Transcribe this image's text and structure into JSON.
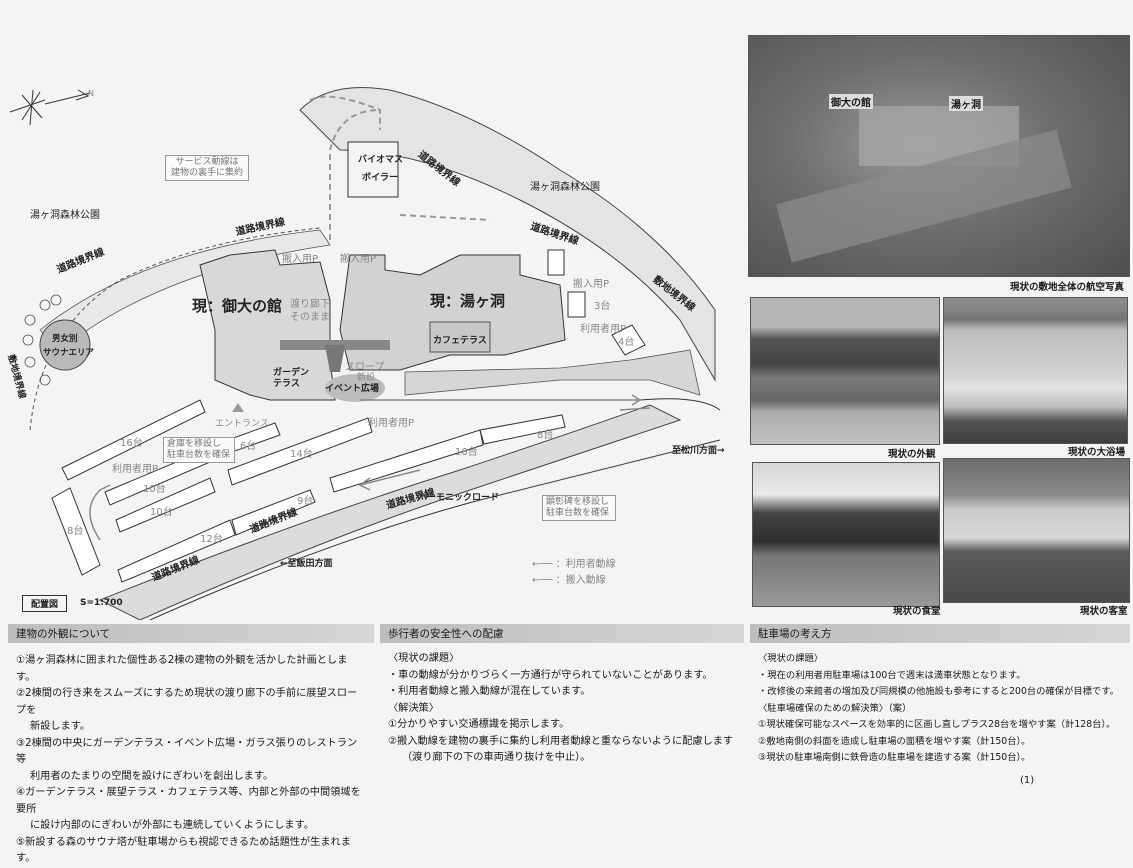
{
  "map": {
    "compass_label": "N",
    "park_label_left": "湯ヶ洞森林公園",
    "park_label_right": "湯ヶ洞森林公園",
    "service_note": [
      "サービス動線は",
      "建物の裏手に集約"
    ],
    "biomass": [
      "バイオマス",
      "ボイラー"
    ],
    "road_boundary": "道路境界線",
    "site_boundary": "敷地境界線",
    "building_left": "現：御大の館",
    "building_right": "現：湯ヶ洞",
    "delivery_parking": "搬入用P",
    "corridor": [
      "渡り廊下",
      "そのまま"
    ],
    "sauna": [
      "男女別",
      "サウナエリア"
    ],
    "garden_terrace": [
      "ガーデン",
      "テラス"
    ],
    "slope": [
      "スロープ",
      "新設"
    ],
    "event_plaza": "イベント広場",
    "cafe_terrace": "カフェテラス",
    "entrance": "エントランス",
    "user_parking": "利用者用P",
    "warehouse_note": [
      "倉庫を移設し",
      "駐車台数を確保"
    ],
    "monument_note": [
      "顕彰碑を移設し",
      "駐車台数を確保"
    ],
    "harmonic_road": "ハーモニックロード",
    "to_matsukawa": "至松川方面→",
    "to_iida": "←至飯田方面",
    "legend_user": "←── ：利用者動線",
    "legend_delivery": "←── ：搬入動線",
    "title": "配置図",
    "scale": "S=1:700",
    "counts": {
      "c3": "3台",
      "c4": "4台",
      "c16a": "16台",
      "c6": "6台",
      "c14": "14台",
      "c10a": "10台",
      "c10b": "10台",
      "c8a": "8台",
      "c12": "12台",
      "c9": "9台",
      "c16b": "16台",
      "c8b": "8台"
    }
  },
  "photos": {
    "aerial_caption": "現状の敷地全体の航空写真",
    "aerial_label_left": "御大の館",
    "aerial_label_right": "湯ヶ洞",
    "exterior_caption": "現状の外観",
    "bath_caption": "現状の大浴場",
    "dining_caption": "現状の食堂",
    "room_caption": "現状の客室"
  },
  "sections": {
    "appearance": {
      "title": "建物の外観について",
      "lines": [
        "①湯ヶ洞森林に囲まれた個性ある2棟の建物の外観を活かした計画とします。",
        "②2棟間の行き来をスムーズにするため現状の渡り廊下の手前に展望スロープを",
        "新設します。",
        "③2棟間の中央にガーデンテラス・イベント広場・ガラス張りのレストラン等",
        "利用者のたまりの空間を設けにぎわいを創出します。",
        "④ガーデンテラス・展望テラス・カフェテラス等、内部と外部の中間領域を要所",
        "に設け内部のにぎわいが外部にも連続していくようにします。",
        "⑤新設する森のサウナ塔が駐車場からも視認できるため話題性が生まれます。"
      ]
    },
    "pedestrian": {
      "title": "歩行者の安全性への配慮",
      "lines": [
        "〈現状の課題〉",
        "・車の動線が分かりづらく一方通行が守られていないことがあります。",
        "・利用者動線と搬入動線が混在しています。",
        "〈解決策〉",
        "①分かりやすい交通標識を掲示します。",
        "②搬入動線を建物の裏手に集約し利用者動線と重ならないように配慮します",
        "（渡り廊下の下の車両通り抜けを中止）。"
      ]
    },
    "parking": {
      "title": "駐車場の考え方",
      "lines": [
        "〈現状の課題〉",
        "・現在の利用者用駐車場は100台で週末は満車状態となります。",
        "・改修後の来館者の増加及び同規模の他施設も参考にすると200台の確保が目標です。",
        "〈駐車場確保のための解決策〉（案）",
        "①現状確保可能なスペースを効率的に区画し直しプラス28台を増やす案（計128台）。",
        "②敷地南側の斜面を造成し駐車場の面積を増やす案（計150台）。",
        "③現状の駐車場南側に鉄骨造の駐車場を建造する案（計150台）。"
      ]
    },
    "page_number": "(1)"
  }
}
